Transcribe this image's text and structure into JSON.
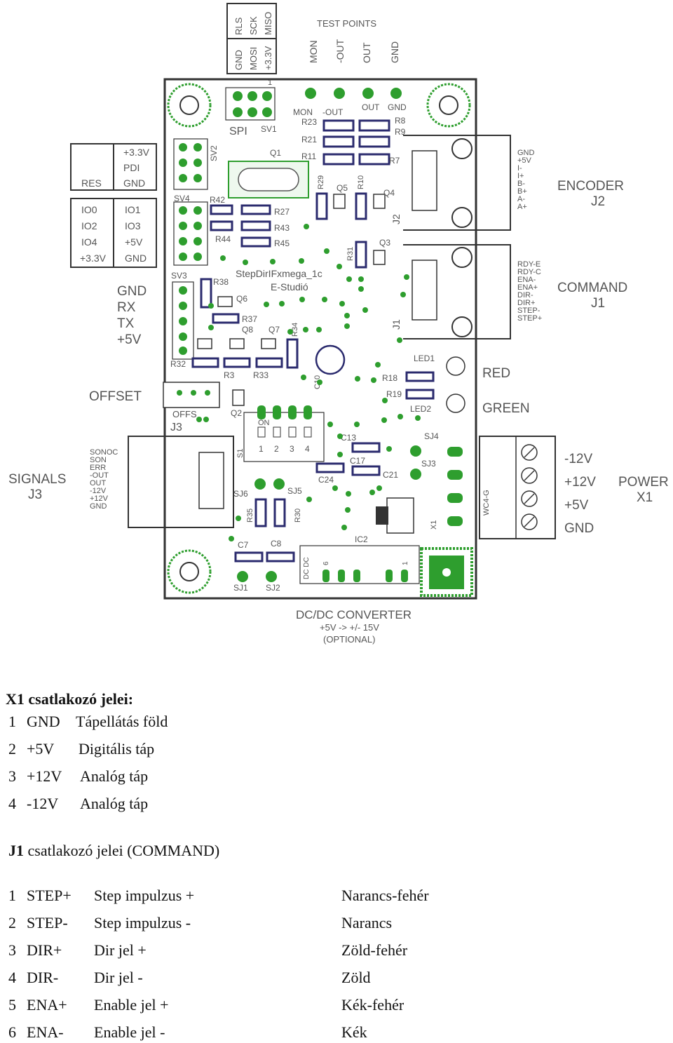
{
  "board": {
    "connectors": {
      "spi_top_labels": [
        "RLS",
        "SCK",
        "MISO"
      ],
      "spi_bottom_labels": [
        "GND",
        "MOSI",
        "+3.3V"
      ],
      "test_points_title": "TEST POINTS",
      "test_points": [
        "MON",
        "-OUT",
        "OUT",
        "GND"
      ],
      "pdi_labels": [
        "+3.3V",
        "PDI",
        "GND"
      ],
      "res_label": "RES",
      "io_left": [
        "IO0",
        "IO2",
        "IO4",
        "+3.3V"
      ],
      "io_right": [
        "IO1",
        "IO3",
        "+5V",
        "GND"
      ],
      "uart_labels": [
        "GND",
        "RX",
        "TX",
        "+5V"
      ],
      "offset_label": "OFFSET",
      "signals_title": "SIGNALS",
      "signals_ref": "J3",
      "signals_pins": [
        "SONOC",
        "SON",
        "ERR",
        "-OUT",
        "OUT",
        "-12V",
        "+12V",
        "GND"
      ],
      "encoder_title": "ENCODER",
      "encoder_ref": "J2",
      "encoder_pins": [
        "GND",
        "+5V",
        "I-",
        "I+",
        "B-",
        "B+",
        "A-",
        "A+"
      ],
      "command_title": "COMMAND",
      "command_ref": "J1",
      "command_pins": [
        "RDY-E",
        "RDY-C",
        "ENA-",
        "ENA+",
        "DIR-",
        "DIR+",
        "STEP-",
        "STEP+"
      ],
      "led_red": "RED",
      "led_green": "GREEN",
      "power_title": "POWER",
      "power_ref": "X1",
      "power_pins": [
        "-12V",
        "+12V",
        "+5V",
        "GND"
      ],
      "dcdc_title": "DC/DC CONVERTER",
      "dcdc_sub": "+5V -> +/- 15V",
      "dcdc_opt": "(OPTIONAL)"
    },
    "silkscreen": {
      "board_name": "StepDirIFxmega_1c",
      "studio": "E-Studió",
      "spi": "SPI",
      "sv1": "SV1",
      "sv2": "SV2",
      "sv3": "SV3",
      "sv4": "SV4",
      "q1": "Q1",
      "tp_row": [
        "MON",
        "-OUT",
        "OUT",
        "GND"
      ],
      "r_top": [
        "R23",
        "R8",
        "R9",
        "R21",
        "R11",
        "R7"
      ],
      "r_mid": [
        "R42",
        "R27",
        "R43",
        "R44",
        "R45"
      ],
      "r_misc": [
        "R29",
        "R10",
        "R31",
        "R38",
        "R37",
        "R34",
        "R32",
        "R3",
        "R33",
        "R18",
        "R19",
        "R35",
        "R30"
      ],
      "q_labels": [
        "Q5",
        "Q4",
        "Q3",
        "Q6",
        "Q8",
        "Q7",
        "Q2"
      ],
      "led1": "LED1",
      "led2": "LED2",
      "offs": "OFFS",
      "j3": "J3",
      "j1": "J1",
      "j2": "J2",
      "on": "ON",
      "dip": [
        "1",
        "2",
        "3",
        "4"
      ],
      "s1": "S1",
      "sj": [
        "SJ4",
        "SJ3",
        "SJ6",
        "SJ5",
        "SJ1",
        "SJ2"
      ],
      "caps": [
        "C13",
        "C17",
        "C21",
        "C24",
        "C7",
        "C8",
        "C10"
      ],
      "ic2": "IC2",
      "dcdc_small": "DC DC",
      "pin6": "6",
      "pin1": "1",
      "wc": "WC4-G",
      "x1": "X1",
      "pin_one": "1"
    }
  },
  "x1_section": {
    "title": "X1 csatlakozó jelei:",
    "rows": [
      {
        "num": "1",
        "signal": "GND",
        "desc": "Tápellátás föld"
      },
      {
        "num": "2",
        "signal": "+5V",
        "desc": "Digitális táp"
      },
      {
        "num": "3",
        "signal": "+12V",
        "desc": "Analóg táp"
      },
      {
        "num": "4",
        "signal": "-12V",
        "desc": "Analóg táp"
      }
    ]
  },
  "j1_section": {
    "title_bold": "J1",
    "title_rest": " csatlakozó jelei (COMMAND)",
    "rows": [
      {
        "num": "1",
        "signal": "STEP+",
        "desc": "Step impulzus +",
        "color": "Narancs-fehér"
      },
      {
        "num": "2",
        "signal": "STEP-",
        "desc": "Step impulzus -",
        "color": "Narancs"
      },
      {
        "num": "3",
        "signal": "DIR+",
        "desc": "Dir jel +",
        "color": "Zöld-fehér"
      },
      {
        "num": "4",
        "signal": "DIR-",
        "desc": "Dir jel -",
        "color": "Zöld"
      },
      {
        "num": "5",
        "signal": "ENA+",
        "desc": "Enable jel +",
        "color": "Kék-fehér"
      },
      {
        "num": "6",
        "signal": "ENA-",
        "desc": "Enable jel -",
        "color": "Kék"
      }
    ]
  },
  "colors": {
    "pad": "#2e9e2e",
    "outline": "#333333",
    "silk": "#666666",
    "component": "#2b2b6e"
  }
}
